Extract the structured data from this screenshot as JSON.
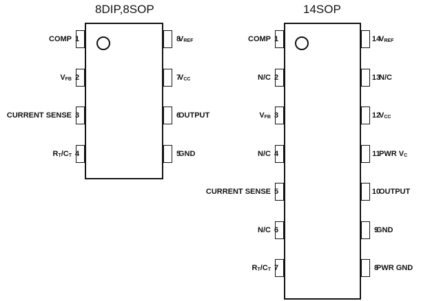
{
  "packages": [
    {
      "title": "8DIP,8SOP",
      "pins": [
        {
          "num": "1",
          "label": "COMP",
          "sub": "",
          "side": "left"
        },
        {
          "num": "2",
          "label": "V",
          "sub": "FB",
          "side": "left"
        },
        {
          "num": "3",
          "label": "CURRENT SENSE",
          "sub": "",
          "side": "left"
        },
        {
          "num": "4",
          "label": "R",
          "sub": "T",
          "label2": "/C",
          "sub2": "T",
          "side": "left"
        },
        {
          "num": "8",
          "label": "V",
          "sub": "REF",
          "side": "right"
        },
        {
          "num": "7",
          "label": "V",
          "sub": "CC",
          "side": "right"
        },
        {
          "num": "6",
          "label": "OUTPUT",
          "sub": "",
          "side": "right"
        },
        {
          "num": "5",
          "label": "GND",
          "sub": "",
          "side": "right"
        }
      ]
    },
    {
      "title": "14SOP",
      "pins": [
        {
          "num": "1",
          "label": "COMP",
          "sub": "",
          "side": "left"
        },
        {
          "num": "2",
          "label": "N/C",
          "sub": "",
          "side": "left"
        },
        {
          "num": "3",
          "label": "V",
          "sub": "FB",
          "side": "left"
        },
        {
          "num": "4",
          "label": "N/C",
          "sub": "",
          "side": "left"
        },
        {
          "num": "5",
          "label": "CURRENT SENSE",
          "sub": "",
          "side": "left"
        },
        {
          "num": "6",
          "label": "N/C",
          "sub": "",
          "side": "left"
        },
        {
          "num": "7",
          "label": "R",
          "sub": "T",
          "label2": "/C",
          "sub2": "T",
          "side": "left"
        },
        {
          "num": "14",
          "label": "V",
          "sub": "REF",
          "side": "right"
        },
        {
          "num": "13",
          "label": "N/C",
          "sub": "",
          "side": "right"
        },
        {
          "num": "12",
          "label": "V",
          "sub": "CC",
          "side": "right"
        },
        {
          "num": "11",
          "label": "PWR V",
          "sub": "C",
          "side": "right"
        },
        {
          "num": "10",
          "label": "OUTPUT",
          "sub": "",
          "side": "right"
        },
        {
          "num": "9",
          "label": "GND",
          "sub": "",
          "side": "right"
        },
        {
          "num": "8",
          "label": "PWR GND",
          "sub": "",
          "side": "right"
        }
      ]
    }
  ]
}
